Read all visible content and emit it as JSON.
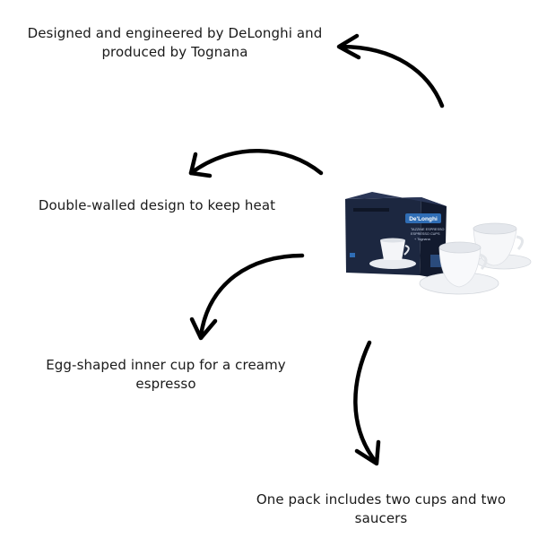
{
  "captions": {
    "designed": "Designed and engineered by DeLonghi and produced by Tognana",
    "double_walled": "Double-walled design to keep heat",
    "egg_shaped": "Egg-shaped inner cup for a creamy espresso",
    "pack_contents": "One pack includes two cups and two saucers"
  },
  "product": {
    "brand_logo": "De'Longhi",
    "box_text_line1": "TAZZINE ESPRESSO",
    "box_text_line2": "ESPRESSO CUPS",
    "box_text_line3": "+ Tognana"
  },
  "colors": {
    "box_navy": "#1c2740",
    "box_side": "#121a2e",
    "logo_blue": "#2f6db5",
    "arrow": "#000000"
  }
}
